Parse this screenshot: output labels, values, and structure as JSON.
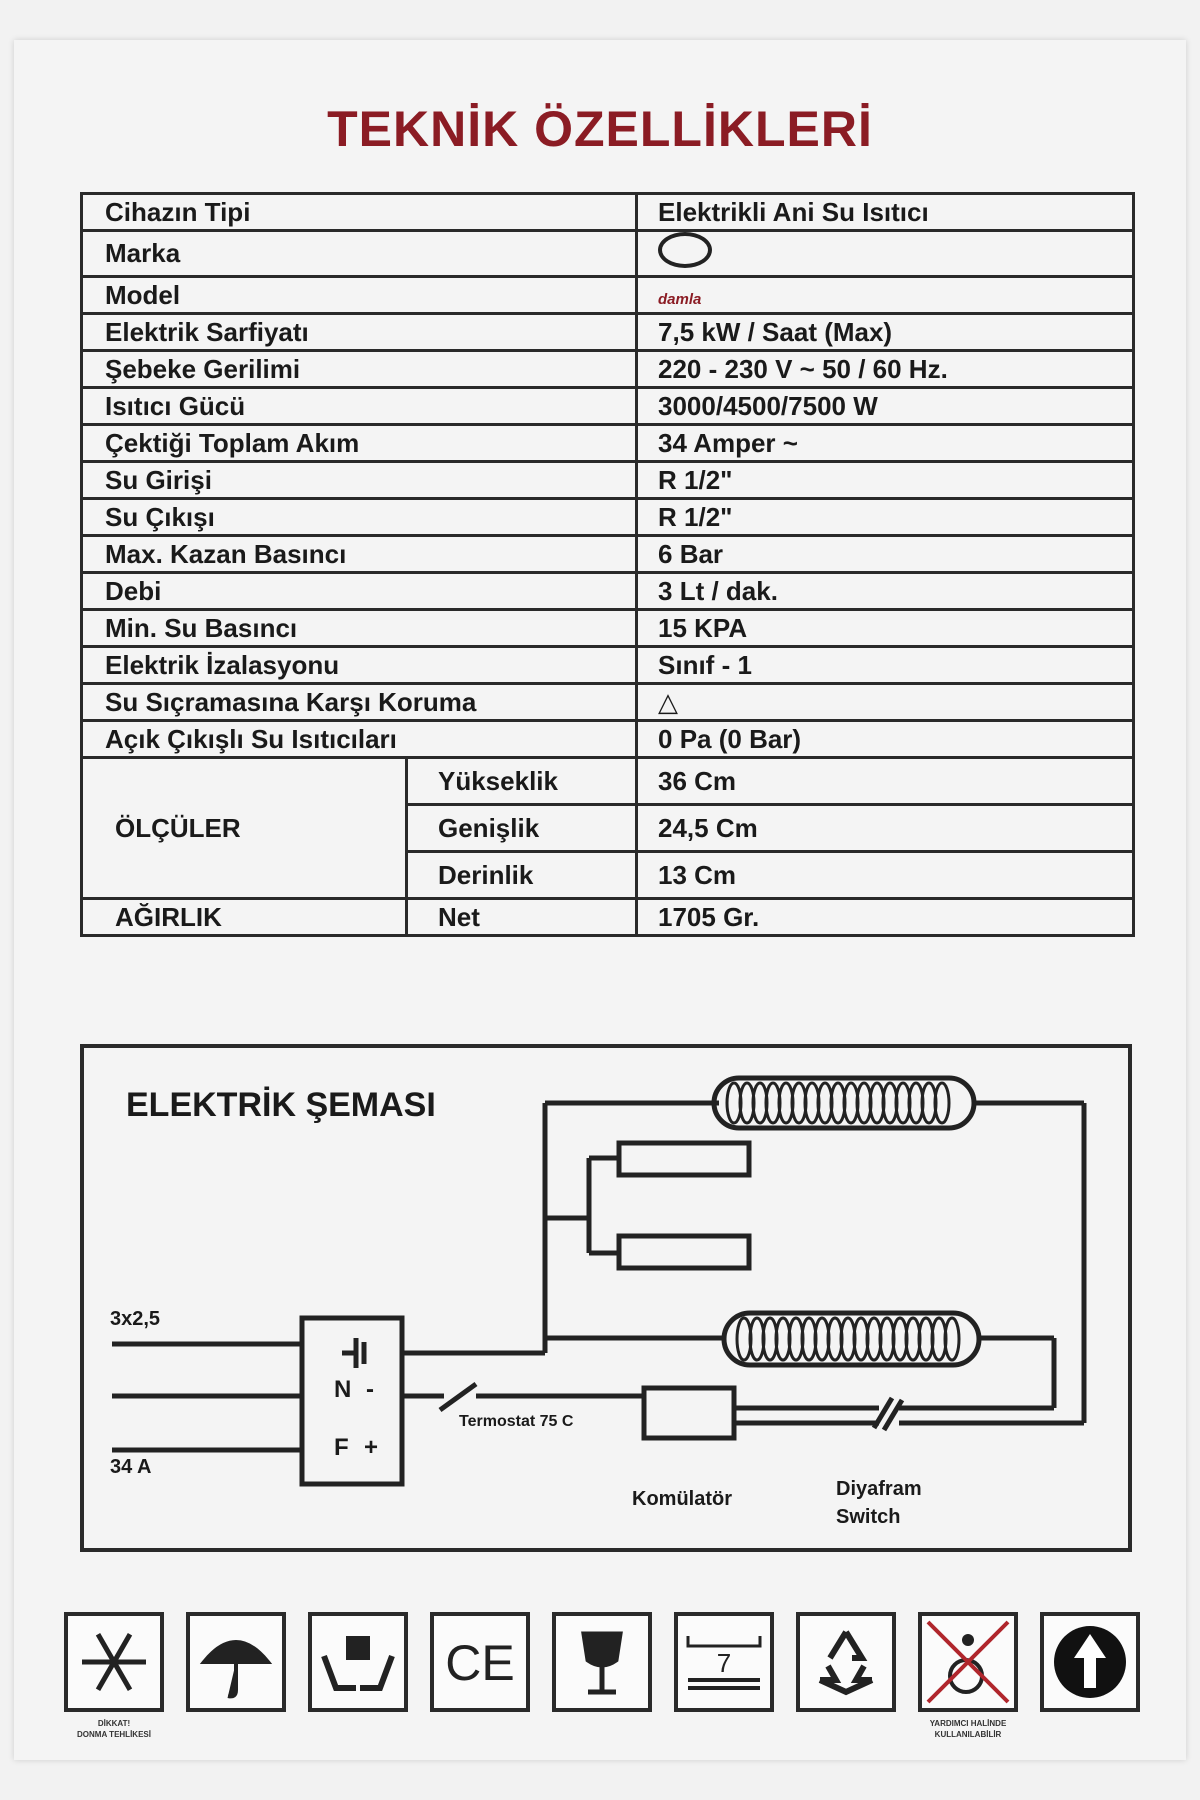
{
  "document": {
    "title": "TEKNİK ÖZELLİKLERİ",
    "specs": [
      {
        "label": "Cihazın Tipi",
        "value": "Elektrikli Ani Su Isıtıcı"
      },
      {
        "label": "Marka",
        "value": "",
        "icon": "brand-logo-icon"
      },
      {
        "label": "Model",
        "value": "damla",
        "icon": "model-logo-icon"
      },
      {
        "label": "Elektrik Sarfiyatı",
        "value": "7,5 kW / Saat (Max)"
      },
      {
        "label": "Şebeke Gerilimi",
        "value": "220 - 230 V  ~ 50 / 60 Hz."
      },
      {
        "label": "Isıtıcı Gücü",
        "value": "3000/4500/7500 W"
      },
      {
        "label": "Çektiği Toplam Akım",
        "value": "34 Amper ~"
      },
      {
        "label": "Su Girişi",
        "value": "R 1/2\""
      },
      {
        "label": "Su Çıkışı",
        "value": "R 1/2\""
      },
      {
        "label": "Max. Kazan Basıncı",
        "value": "6 Bar"
      },
      {
        "label": "Debi",
        "value": "3 Lt / dak."
      },
      {
        "label": "Min. Su Basıncı",
        "value": "15 KPA"
      },
      {
        "label": "Elektrik İzalasyonu",
        "value": "Sınıf - 1"
      },
      {
        "label": "Su Sıçramasına Karşı Koruma",
        "value": "△"
      },
      {
        "label": "Açık Çıkışlı Su Isıtıcıları",
        "value": "0 Pa (0 Bar)"
      }
    ],
    "dimensions": {
      "label": "ÖLÇÜLER",
      "rows": [
        {
          "label": "Yükseklik",
          "value": "36 Cm"
        },
        {
          "label": "Genişlik",
          "value": "24,5 Cm"
        },
        {
          "label": "Derinlik",
          "value": "13 Cm"
        }
      ]
    },
    "weight": {
      "label": "AĞIRLIK",
      "sub": "Net",
      "value": "1705 Gr."
    }
  },
  "schema": {
    "title": "ELEKTRİK ŞEMASI",
    "cable": "3x2,5",
    "current": "34 A",
    "thermostat": "Termostat 75 C",
    "accumulator": "Komülatör",
    "diaphragm": "Diyafram",
    "switch": "Switch",
    "terminal_F": "F",
    "terminal_N": "N",
    "terminal_plus": "+",
    "terminal_minus": "-"
  },
  "icons": [
    {
      "name": "snowflake-icon",
      "caption_line1": "DİKKAT!",
      "caption_line2": "DONMA TEHLİKESİ"
    },
    {
      "name": "umbrella-icon"
    },
    {
      "name": "handle-with-care-icon"
    },
    {
      "name": "ce-mark-icon",
      "text": "CE"
    },
    {
      "name": "fragile-glass-icon"
    },
    {
      "name": "stack-limit-icon",
      "text": "7"
    },
    {
      "name": "recycle-icon"
    },
    {
      "name": "no-disabled-use-icon",
      "caption_line1": "YARDIMCI HALİNDE",
      "caption_line2": "KULLANILABİLİR"
    },
    {
      "name": "this-side-up-icon"
    }
  ]
}
